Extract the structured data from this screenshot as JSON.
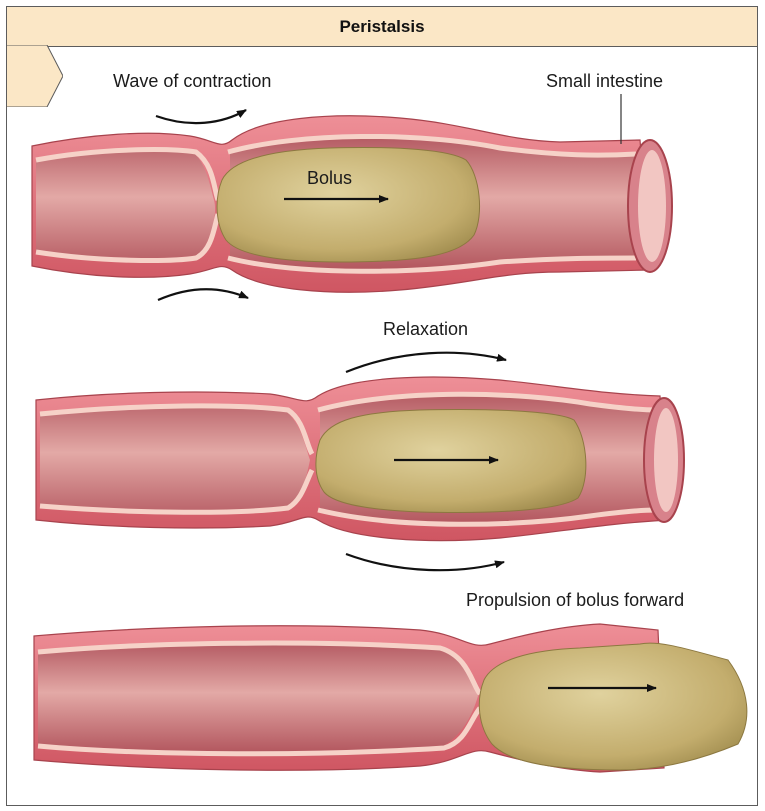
{
  "title": "Peristalsis",
  "labels": {
    "wave_of_contraction": "Wave of contraction",
    "small_intestine": "Small intestine",
    "bolus": "Bolus",
    "relaxation": "Relaxation",
    "propulsion": "Propulsion of bolus forward"
  },
  "colors": {
    "title_bar": "#fbe7c6",
    "intestine_wall": "#e4707a",
    "intestine_lumen": "#cf7f82",
    "mucosa_lining": "#f6d2c8",
    "bolus": "#c9b57a"
  }
}
